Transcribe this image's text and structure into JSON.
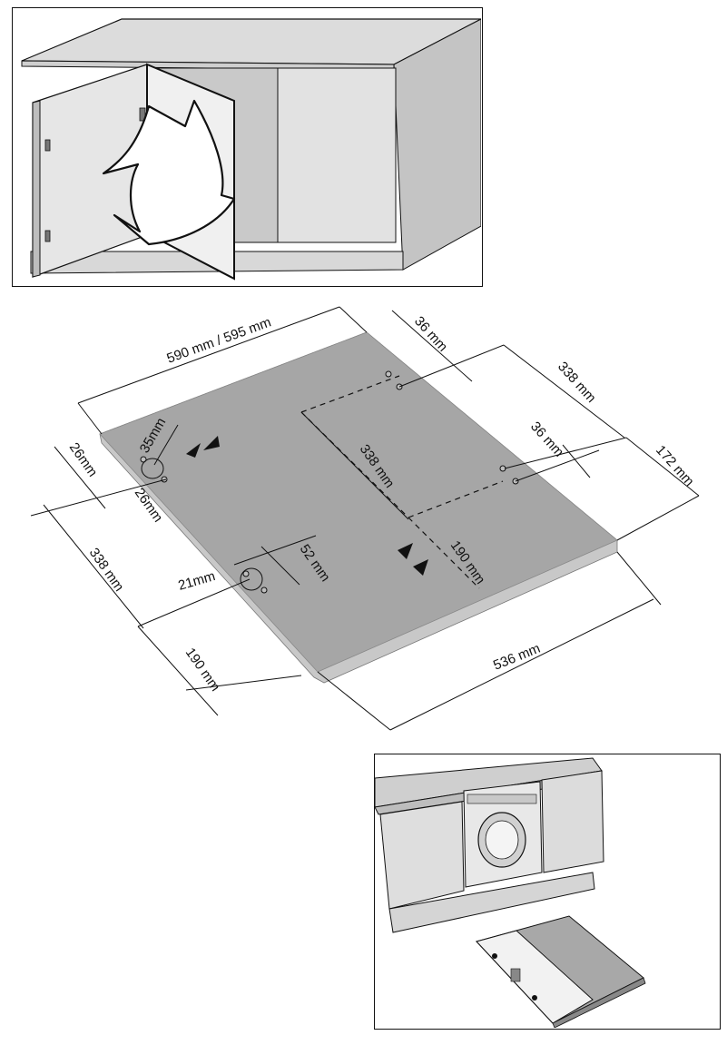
{
  "top_panel": {
    "description_icon": "cabinet-door-open-arrow-icon"
  },
  "plate": {
    "dimensions": {
      "width_top": "590 mm / 595 mm",
      "hole_spacing_top": "36 mm",
      "right_offset": "338 mm",
      "hole_spacing_right": "36 mm",
      "right_bottom": "172 mm",
      "center_vertical": "338 mm",
      "center_lower": "190 mm",
      "left_26a": "26mm",
      "hole_diameter": "35mm",
      "left_26b": "26mm",
      "left_338": "338 mm",
      "hole_21": "21mm",
      "hole_52": "52 mm",
      "left_190": "190 mm",
      "bottom_width": "536 mm"
    },
    "colors": {
      "plate": "#a6a6a6",
      "edge": "#c8c8c8",
      "line": "#111111"
    }
  },
  "bottom_panel": {
    "description_icon": "washing-machine-installed-icon"
  }
}
